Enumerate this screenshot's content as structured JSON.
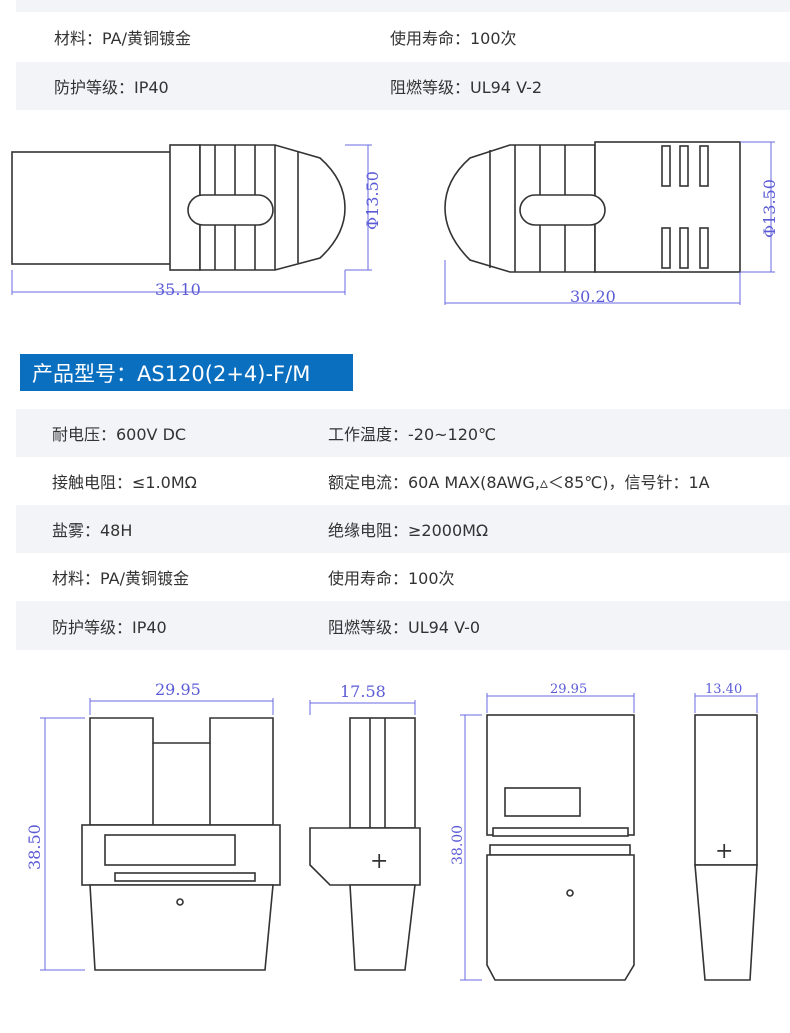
{
  "top_specs": [
    {
      "left": "材料：PA/黄铜镀金",
      "right": "使用寿命：100次"
    },
    {
      "left": "防护等级：IP40",
      "right": "阻燃等级：UL94 V-2"
    }
  ],
  "top_drawing": {
    "len_left": "35.10",
    "dia_left": "Φ13.50",
    "len_right": "30.20",
    "dia_right": "Φ13.50"
  },
  "title": "产品型号：AS120(2+4)-F/M",
  "specs": [
    {
      "left": "耐电压：600V DC",
      "right": "工作温度：-20~120℃"
    },
    {
      "left": "接触电阻：≤1.0MΩ",
      "right": "额定电流：60A MAX(8AWG,▵＜85℃)，信号针：1A"
    },
    {
      "left": "盐雾：48H",
      "right": "绝缘电阻：≥2000MΩ"
    },
    {
      "left": "材料：PA/黄铜镀金",
      "right": "使用寿命：100次"
    },
    {
      "left": "防护等级：IP40",
      "right": "阻燃等级：UL94 V-0"
    }
  ],
  "bottom_drawing": {
    "w1": "29.95",
    "h1": "38.50",
    "w2": "17.58",
    "w3": "29.95",
    "h3": "38.00",
    "w4": "13.40"
  }
}
